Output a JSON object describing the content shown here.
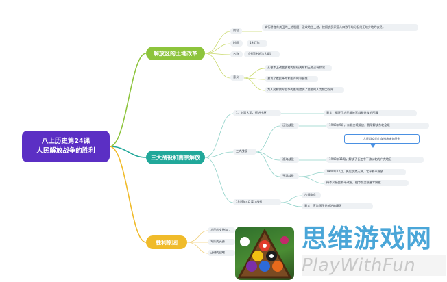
{
  "root": {
    "line1": "八上历史第24课",
    "line2": "人民解放战争的胜利"
  },
  "branches": {
    "land_reform": {
      "label": "解放区的土地改革",
      "content_tag": "内容",
      "content_text": "实行耕者有其田的土地制度，没收地主土地，按照农民家庭人口数平均分配给无地少地的农民。",
      "time_tag": "时间",
      "time_value": "1947年",
      "name_tag": "名称",
      "name_value": "《中国土地法大纲》",
      "meaning_tag": "意义",
      "meanings": [
        "从根本上改变农村的阶级关系和土地占有状况",
        "激发了农民革命和生产的积极性",
        "为人民解放军战争的胜利提供了重要的人力物力保障"
      ]
    },
    "campaigns": {
      "label": "三大战役和南京解放",
      "top_item": "1、刘邓大军，挺进中原",
      "top_note": "意义：揭开了人民解放军战略进攻的序幕",
      "three_tag": "三大战役",
      "liaoshen": "辽沈战役",
      "liaoshen_note": "1948年9月，东北全境解放，我军解放东北全境",
      "callout": "人民群众的小车推出来的胜利",
      "huaihai": "淮海战役",
      "huaihai_note": "1948年11月，解放了长江中下游以北的广大地区",
      "pingjin": "平津战役",
      "pingjin_note1": "1948年12月，先后攻克天津，北平和平解放",
      "pingjin_note2": "傅作义接受和平改编，使华北全境基本解放",
      "yangtze": "1949年4月渡江战役",
      "yangtze_note1": "占领南京",
      "yangtze_note2": "意义：宣告国民党统治的覆灭"
    },
    "victory": {
      "label": "胜利原因",
      "items": [
        "人民的支持和…",
        "军队的英勇…",
        "正确的战略…"
      ]
    }
  },
  "watermark": {
    "cn": "思维游戏网",
    "en": "PlayWithFun"
  }
}
